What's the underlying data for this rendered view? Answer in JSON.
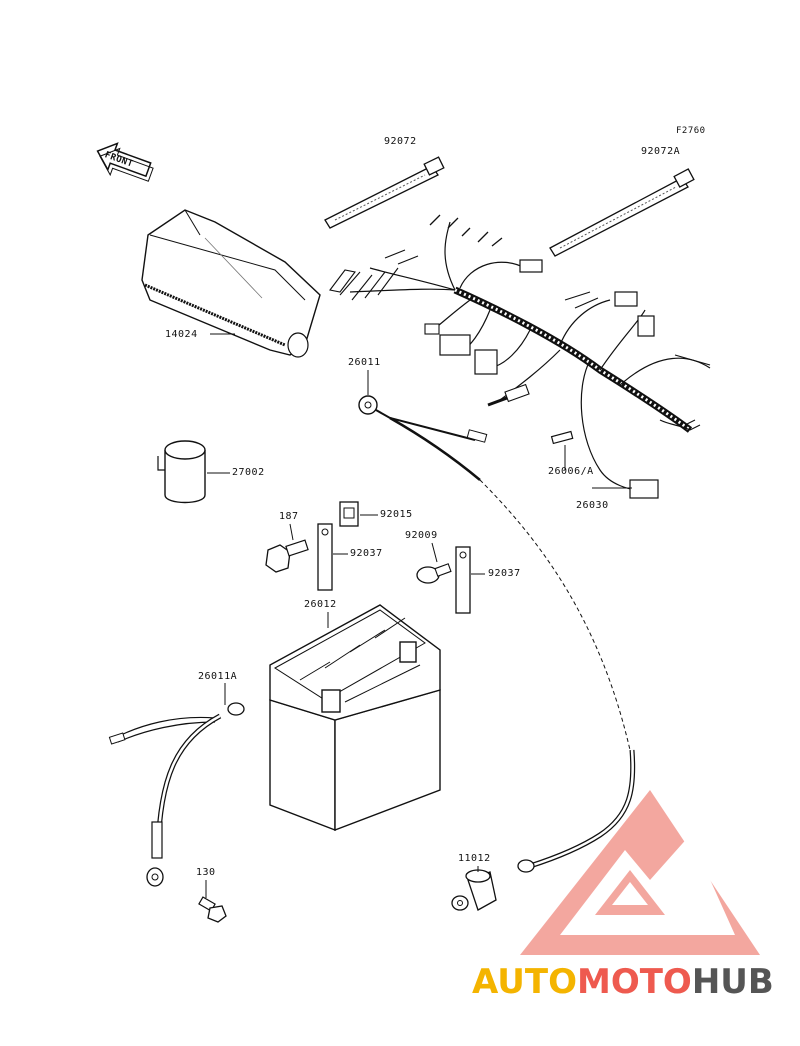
{
  "diagram": {
    "figure_code": "F2760",
    "front_label": "FRONT",
    "parts": {
      "p92072": "92072",
      "p92072a": "92072A",
      "p14024": "14024",
      "p26011": "26011",
      "p27002": "27002",
      "p187": "187",
      "p92015": "92015",
      "p92037a": "92037",
      "p92009": "92009",
      "p92037b": "92037",
      "p26012": "26012",
      "p26006a": "26006/A",
      "p26030": "26030",
      "p26011a": "26011A",
      "p130": "130",
      "p11012": "11012"
    }
  },
  "watermark": {
    "part1": "AUTO",
    "part2": "MOTO",
    "part3": "HUB",
    "colors": {
      "auto": "#f4b400",
      "moto": "#ee5a4f",
      "hub": "#555555",
      "logo": "#f08a80"
    }
  }
}
